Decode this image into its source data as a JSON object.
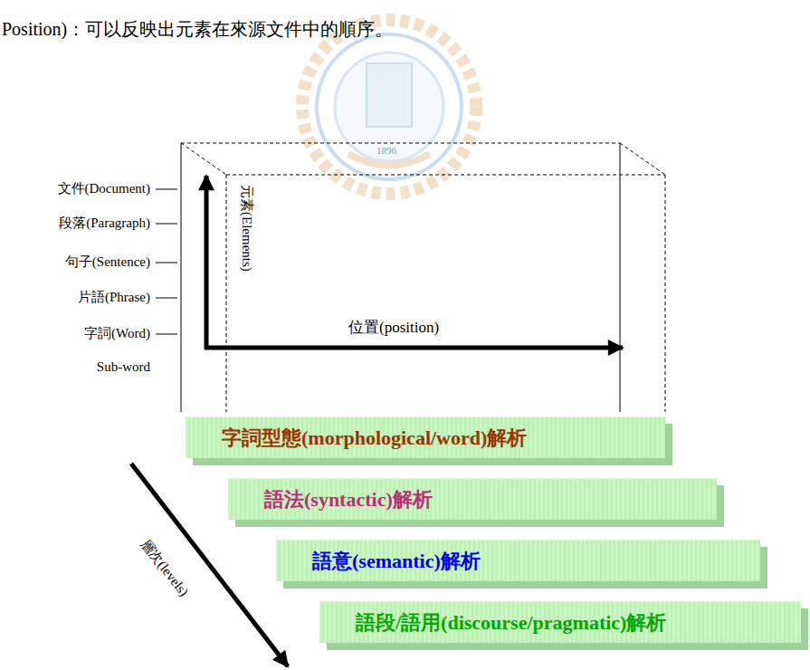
{
  "diagram": {
    "nodes": [
      {
        "text": [
          "字詞型態(morphological/word)解析"
        ]
      },
      {
        "text": [
          "語法(syntactic)解析"
        ]
      },
      {
        "text": [
          "語意(semantic)解析"
        ]
      },
      {
        "text": [
          "語段/語用(discourse/pragmatic)解析"
        ]
      }
    ],
    "edges": [],
    "labels": [
      "Position)：可以反映出元素在來源文件中的順序。",
      "1896",
      "文件(Document)",
      "段落(Paragraph)",
      "句子(Sentence)",
      "片語(Phrase)",
      "字詞(Word)",
      "Sub-word",
      "元素(Elements)",
      "位置(position)",
      "層次(levels)"
    ]
  }
}
